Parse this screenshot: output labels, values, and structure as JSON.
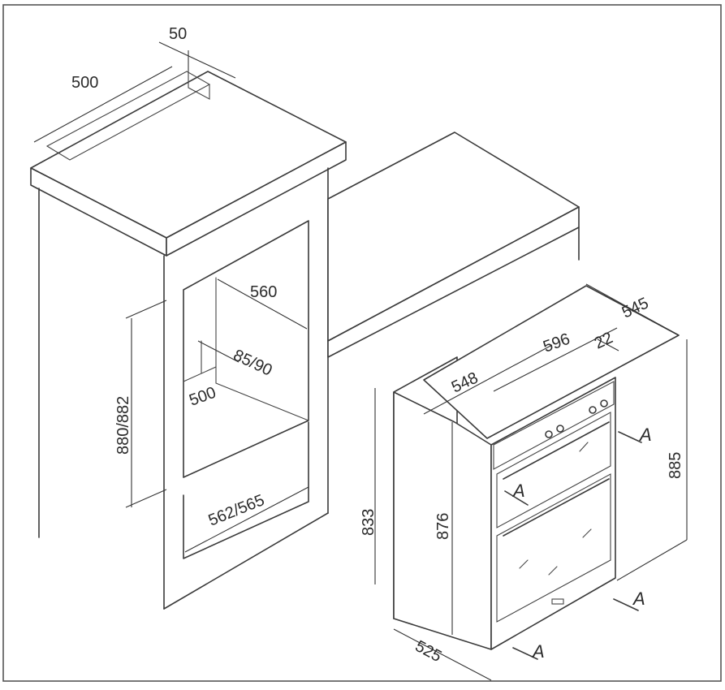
{
  "colors": {
    "line": "#3a3a3a",
    "background": "#ffffff",
    "frame": "#555555"
  },
  "dimensions": {
    "slot_depth": "50",
    "top_width": "500",
    "niche_width": "560",
    "vent_height": "85/90",
    "niche_depth": "500",
    "niche_height": "880/882",
    "niche_opening": "562/565",
    "oven_depth": "545",
    "oven_width": "596",
    "oven_inset": "22",
    "oven_body": "548",
    "oven_total_height": "885",
    "oven_front_height": "876",
    "oven_body_height": "833",
    "oven_bottom": "525"
  },
  "airflow_labels": [
    "A",
    "A",
    "A",
    "A"
  ]
}
